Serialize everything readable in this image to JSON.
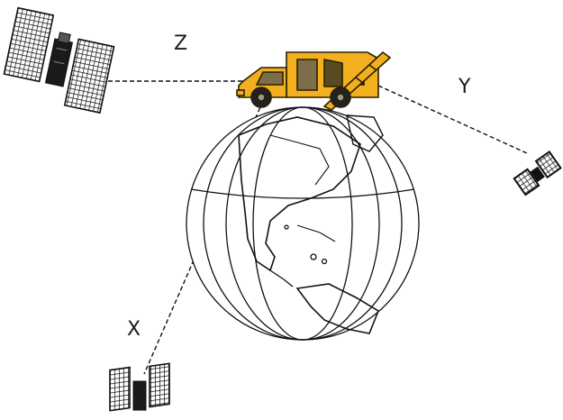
{
  "labels": {
    "z": "Z",
    "y": "Y",
    "x": "X"
  },
  "colors": {
    "truck_body": "#f2b01e",
    "truck_outline": "#2a2000",
    "line": "#111111",
    "globe_stroke": "#111111",
    "panel": "#222222"
  },
  "icons": [
    "satellite-icon",
    "truck-icon",
    "globe-icon"
  ]
}
